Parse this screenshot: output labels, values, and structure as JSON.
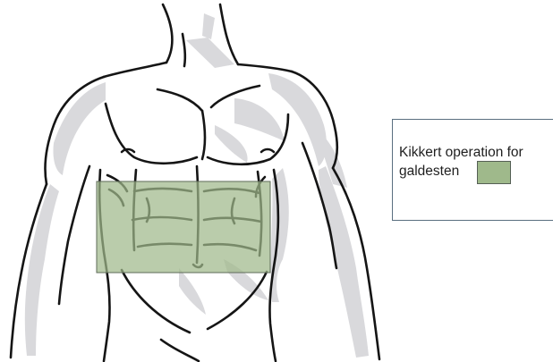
{
  "legend": {
    "line1": "Kikkert operation for",
    "line2": "galdesten",
    "swatch_color": "#9fb98b"
  },
  "highlight": {
    "fill": "#9fb98b",
    "opacity": 0.72,
    "stroke": "#5f6b5a"
  },
  "figure": {
    "subject": "male-torso-line-drawing",
    "skin_shade": "#d9d9dc",
    "outline": "#151515"
  }
}
